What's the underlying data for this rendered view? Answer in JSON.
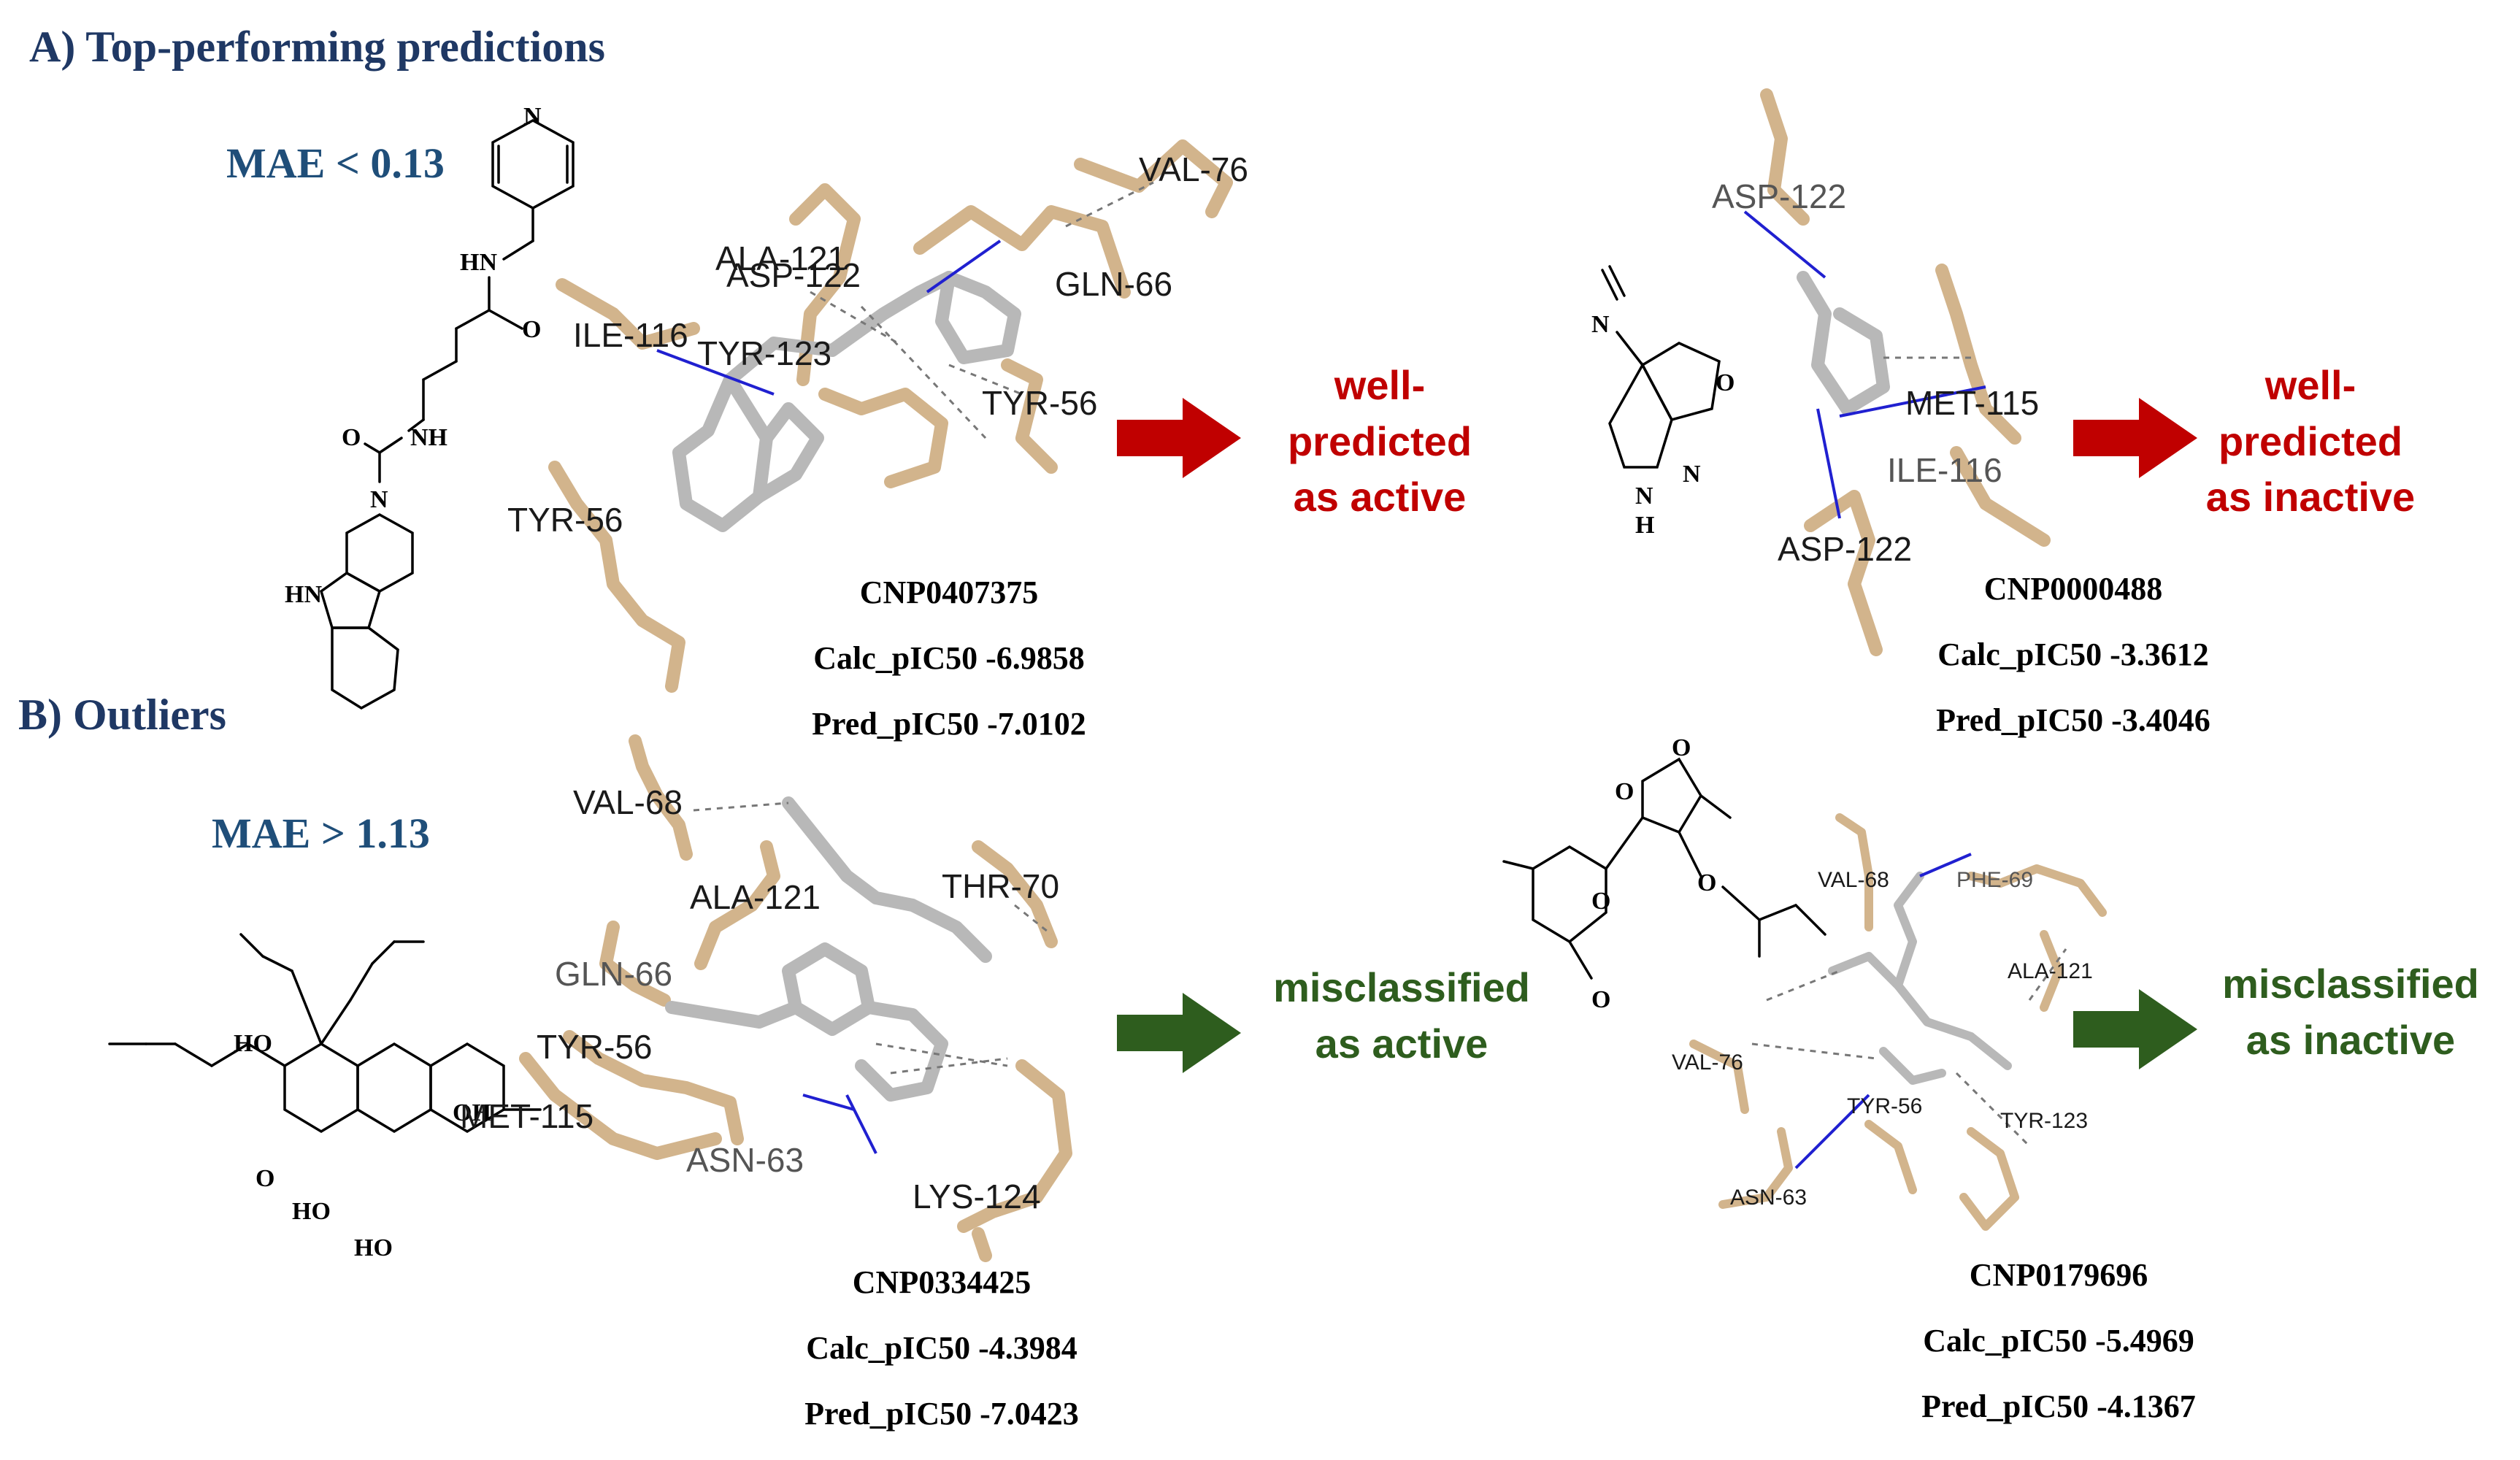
{
  "section_a": {
    "title": "A)  Top-performing predictions",
    "mae": "MAE < 0.13",
    "left": {
      "id": "CNP0407375",
      "calc": "Calc_pIC50 -6.9858",
      "pred": "Pred_pIC50 -7.0102",
      "residues": [
        "VAL-76",
        "ALA-121",
        "ASP-122",
        "GLN-66",
        "ILE-116",
        "TYR-123",
        "TYR-56",
        "TYR-56"
      ],
      "verdict": [
        "well-",
        "predicted",
        "as active"
      ],
      "atoms": [
        "N",
        "HN",
        "O",
        "O",
        "NH",
        "N",
        "HN"
      ]
    },
    "right": {
      "id": "CNP0000488",
      "calc": "Calc_pIC50 -3.3612",
      "pred": "Pred_pIC50 -3.4046",
      "residues": [
        "ASP-122",
        "MET-115",
        "ILE-116",
        "ASP-122"
      ],
      "verdict": [
        "well-",
        "predicted",
        "as inactive"
      ],
      "atoms": [
        "N",
        "O",
        "N",
        "N",
        "H"
      ]
    }
  },
  "section_b": {
    "title": "B) Outliers",
    "mae": "MAE > 1.13",
    "left": {
      "id": "CNP0334425",
      "calc": "Calc_pIC50 -4.3984",
      "pred": "Pred_pIC50 -7.0423",
      "residues": [
        "VAL-68",
        "ALA-121",
        "THR-70",
        "GLN-66",
        "TYR-56",
        "MET-115",
        "ASN-63",
        "LYS-124"
      ],
      "verdict": [
        "misclassified",
        "as active"
      ],
      "atoms": [
        "HO",
        "OH",
        "O",
        "HO",
        "HO"
      ]
    },
    "right": {
      "id": "CNP0179696",
      "calc": "Calc_pIC50 -5.4969",
      "pred": "Pred_pIC50 -4.1367",
      "residues": [
        "VAL-68",
        "PHE-69",
        "ALA-121",
        "VAL-76",
        "TYR-56",
        "TYR-123",
        "ASN-63"
      ],
      "verdict": [
        "misclassified",
        "as inactive"
      ],
      "atoms": [
        "O",
        "O",
        "O",
        "O",
        "O"
      ]
    }
  },
  "colors": {
    "title": "#1f3864",
    "active_red": "#c00000",
    "inactive_green": "#2e5d1e",
    "carbon_protein": "#d2b48c",
    "carbon_ligand": "#b8b8b8"
  }
}
